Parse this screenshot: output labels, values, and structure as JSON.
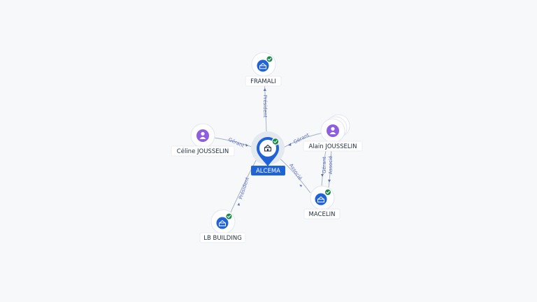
{
  "center": {
    "label": "ALCEMA",
    "type": "company",
    "verified": true
  },
  "nodes": [
    {
      "id": "framali",
      "label": "FRAMALI",
      "type": "company",
      "verified": true
    },
    {
      "id": "celine",
      "label": "Céline JOUSSELIN",
      "type": "person",
      "verified": false
    },
    {
      "id": "alain",
      "label": "Alain JOUSSELIN",
      "type": "person",
      "verified": false,
      "stacked": true
    },
    {
      "id": "macelin",
      "label": "MACELIN",
      "type": "company",
      "verified": true
    },
    {
      "id": "lb",
      "label": "LB BUILDING",
      "type": "company",
      "verified": true
    }
  ],
  "edges": [
    {
      "id": "e1",
      "label": "Président"
    },
    {
      "id": "e2",
      "label": "Gérant"
    },
    {
      "id": "e3",
      "label": "Gérant"
    },
    {
      "id": "e4",
      "label": "Associé"
    },
    {
      "id": "e5",
      "label": "Président"
    },
    {
      "id": "e6",
      "label": "Gérant"
    },
    {
      "id": "e7",
      "label": "Associé"
    }
  ],
  "colors": {
    "company": "#1f63d6",
    "person": "#8f5ee0",
    "verified": "#1a8a4b",
    "edge": "#a7b3c4",
    "edge_label": "#5a6dc4"
  },
  "icons": {
    "company": "building-icon",
    "person": "person-icon",
    "verified": "check-badge-icon"
  }
}
